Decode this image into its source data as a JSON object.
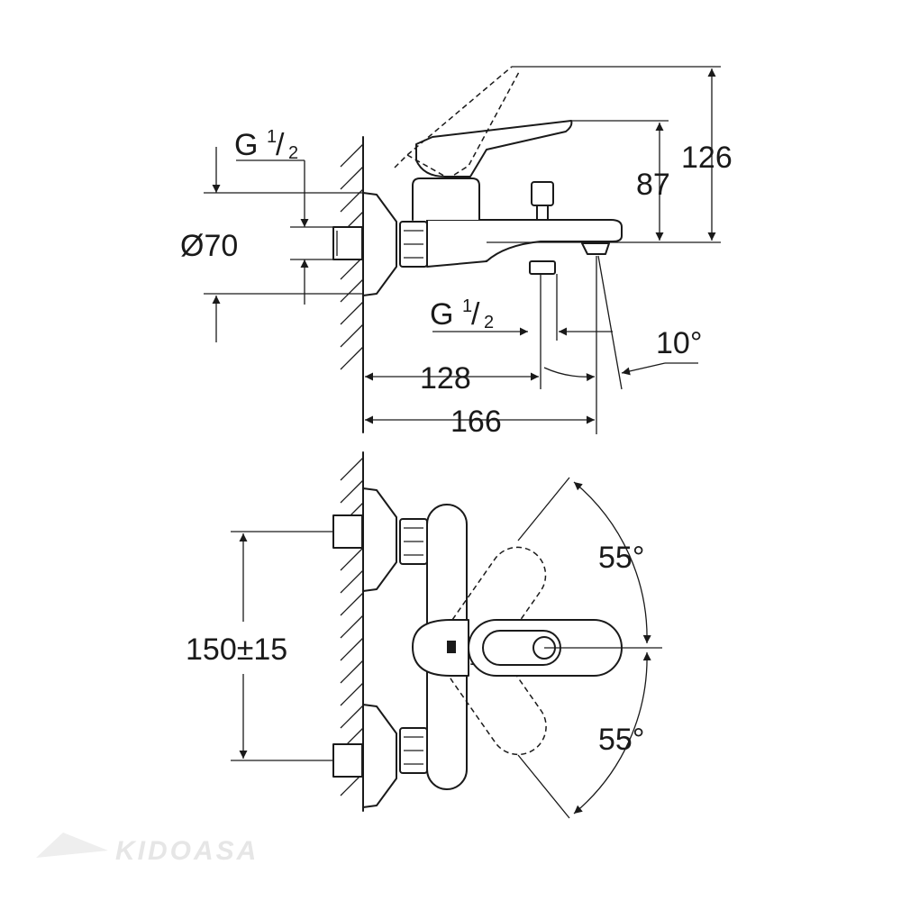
{
  "dimensions": {
    "thread_top": "G",
    "thread_top_num": "1",
    "thread_top_den": "2",
    "diameter": "Ø70",
    "thread_bottom": "G",
    "thread_bottom_num": "1",
    "thread_bottom_den": "2",
    "height_total": "126",
    "height_lever": "87",
    "depth_outlet": "128",
    "depth_total": "166",
    "angle_spout": "10°",
    "center_distance": "150±15",
    "angle_up": "55°",
    "angle_down": "55°"
  },
  "watermark": "KIDOASA"
}
